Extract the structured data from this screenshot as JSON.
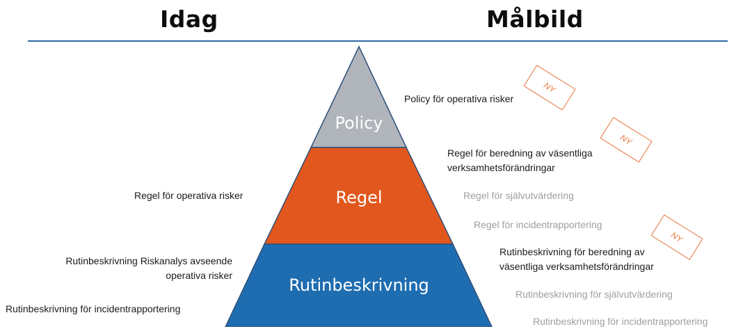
{
  "headings": {
    "left": "Idag",
    "right": "Målbild"
  },
  "pyramid": {
    "levels": [
      {
        "label": "Policy",
        "color": "#b0b4bb"
      },
      {
        "label": "Regel",
        "color": "#e2571d"
      },
      {
        "label": "Rutinbeskrivning",
        "color": "#1f6db1"
      }
    ]
  },
  "idag": {
    "items": [
      {
        "text": "Regel för operativa risker"
      },
      {
        "lines": [
          "Rutinbeskrivning  Riskanalys avseende",
          "operativa risker"
        ]
      },
      {
        "text": "Rutinbeskrivning  för incidentrapportering"
      }
    ]
  },
  "malbild": {
    "items": [
      {
        "text": "Policy för operativa risker"
      },
      {
        "lines": [
          "Regel för beredning  av väsentliga",
          "verksamhetsförändringar"
        ]
      },
      {
        "text": "Regel för självutvärdering"
      },
      {
        "text": "Regel för incidentrapportering"
      },
      {
        "lines": [
          "Rutinbeskrivning  för beredning  av",
          "väsentliga verksamhetsförändringar"
        ]
      },
      {
        "text": "Rutinbeskrivning  för självutvärdering"
      },
      {
        "text": "Rutinbeskrivning  för incidentrapportering"
      }
    ],
    "new_stamps": [
      "NY",
      "NY",
      "NY"
    ]
  },
  "colors": {
    "accent_line": "#2a6aa6",
    "stamp": "#e8733a",
    "dim_text": "#9e9e9e"
  }
}
